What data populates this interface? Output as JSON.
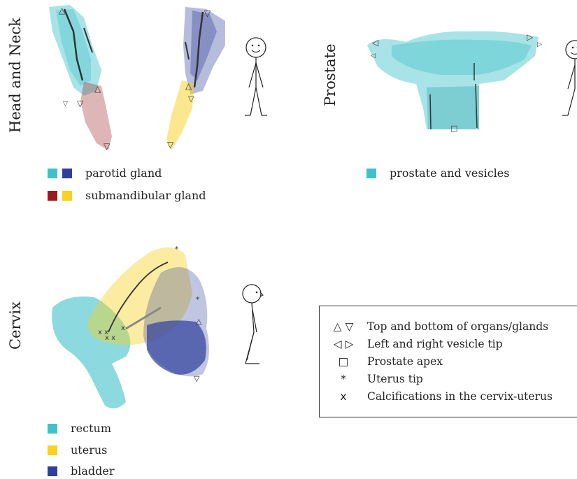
{
  "panels": {
    "head_neck": {
      "label": "Head and Neck",
      "legend": [
        {
          "colors": [
            "#3fc1c9",
            "#2e3f9c"
          ],
          "text": "parotid gland"
        },
        {
          "colors": [
            "#9b1b1e",
            "#f7d21e"
          ],
          "text": "submandibular gland"
        }
      ]
    },
    "prostate": {
      "label": "Prostate",
      "legend": [
        {
          "colors": [
            "#3fc1c9"
          ],
          "text": "prostate and vesicles"
        }
      ]
    },
    "cervix": {
      "label": "Cervix",
      "legend": [
        {
          "colors": [
            "#3fc1c9"
          ],
          "text": "rectum"
        },
        {
          "colors": [
            "#f7d21e"
          ],
          "text": "uterus"
        },
        {
          "colors": [
            "#2e3f9c"
          ],
          "text": "bladder"
        }
      ]
    }
  },
  "key": [
    {
      "symbol": "△ ▽",
      "text": "Top and bottom of organs/glands"
    },
    {
      "symbol": "◁ ▷",
      "text": "Left and right vesicle tip"
    },
    {
      "symbol": "□",
      "text": "Prostate apex"
    },
    {
      "symbol": "*",
      "text": "Uterus tip"
    },
    {
      "symbol": "x",
      "text": "Calcifications in the cervix-uterus"
    }
  ],
  "colors": {
    "cyan": "#3fc1c9",
    "blue": "#2e3f9c",
    "dark_red": "#9b1b1e",
    "yellow": "#f7d21e"
  }
}
